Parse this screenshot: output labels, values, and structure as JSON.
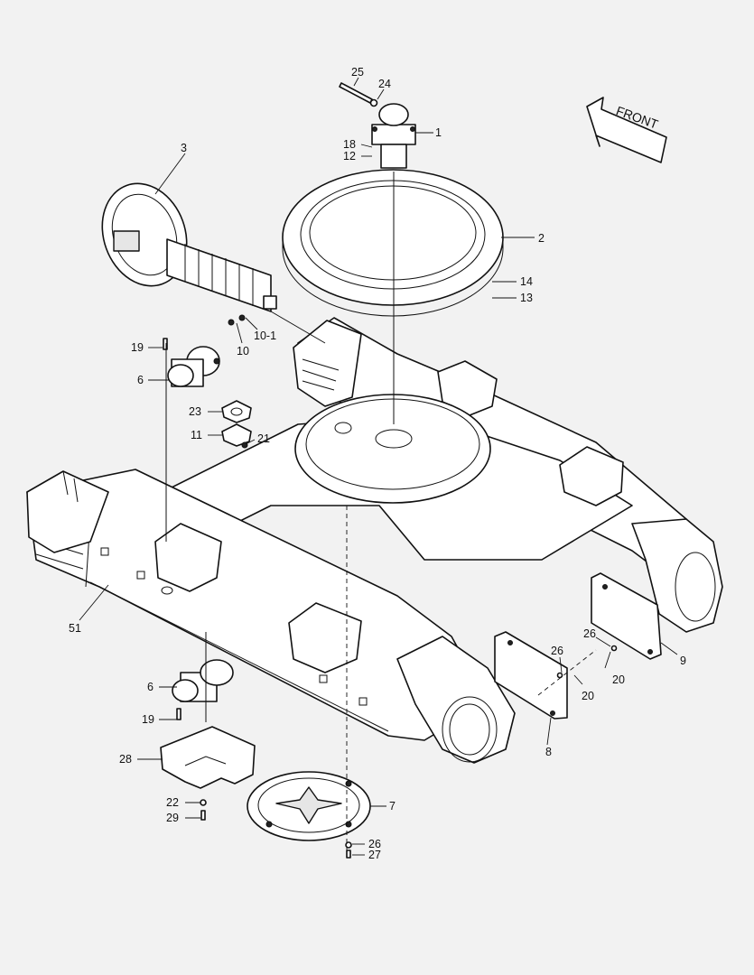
{
  "colors": {
    "background": "#f2f2f2",
    "line": "#111111",
    "fill": "#ffffff",
    "shade": "#e6e6e6"
  },
  "front_arrow": {
    "text": "FRONT"
  },
  "callouts": {
    "c25": "25",
    "c24": "24",
    "c1": "1",
    "c18": "18",
    "c12": "12",
    "c3": "3",
    "c2": "2",
    "c14": "14",
    "c13": "13",
    "c10": "10",
    "c10_1": "10-1",
    "c19a": "19",
    "c6a": "6",
    "c23": "23",
    "c11": "11",
    "c21": "21",
    "c51": "51",
    "c26a": "26",
    "c20a": "20",
    "c9": "9",
    "c26b": "26",
    "c20b": "20",
    "c8": "8",
    "c6b": "6",
    "c19b": "19",
    "c28": "28",
    "c22": "22",
    "c29": "29",
    "c7": "7",
    "c26c": "26",
    "c27": "27"
  }
}
